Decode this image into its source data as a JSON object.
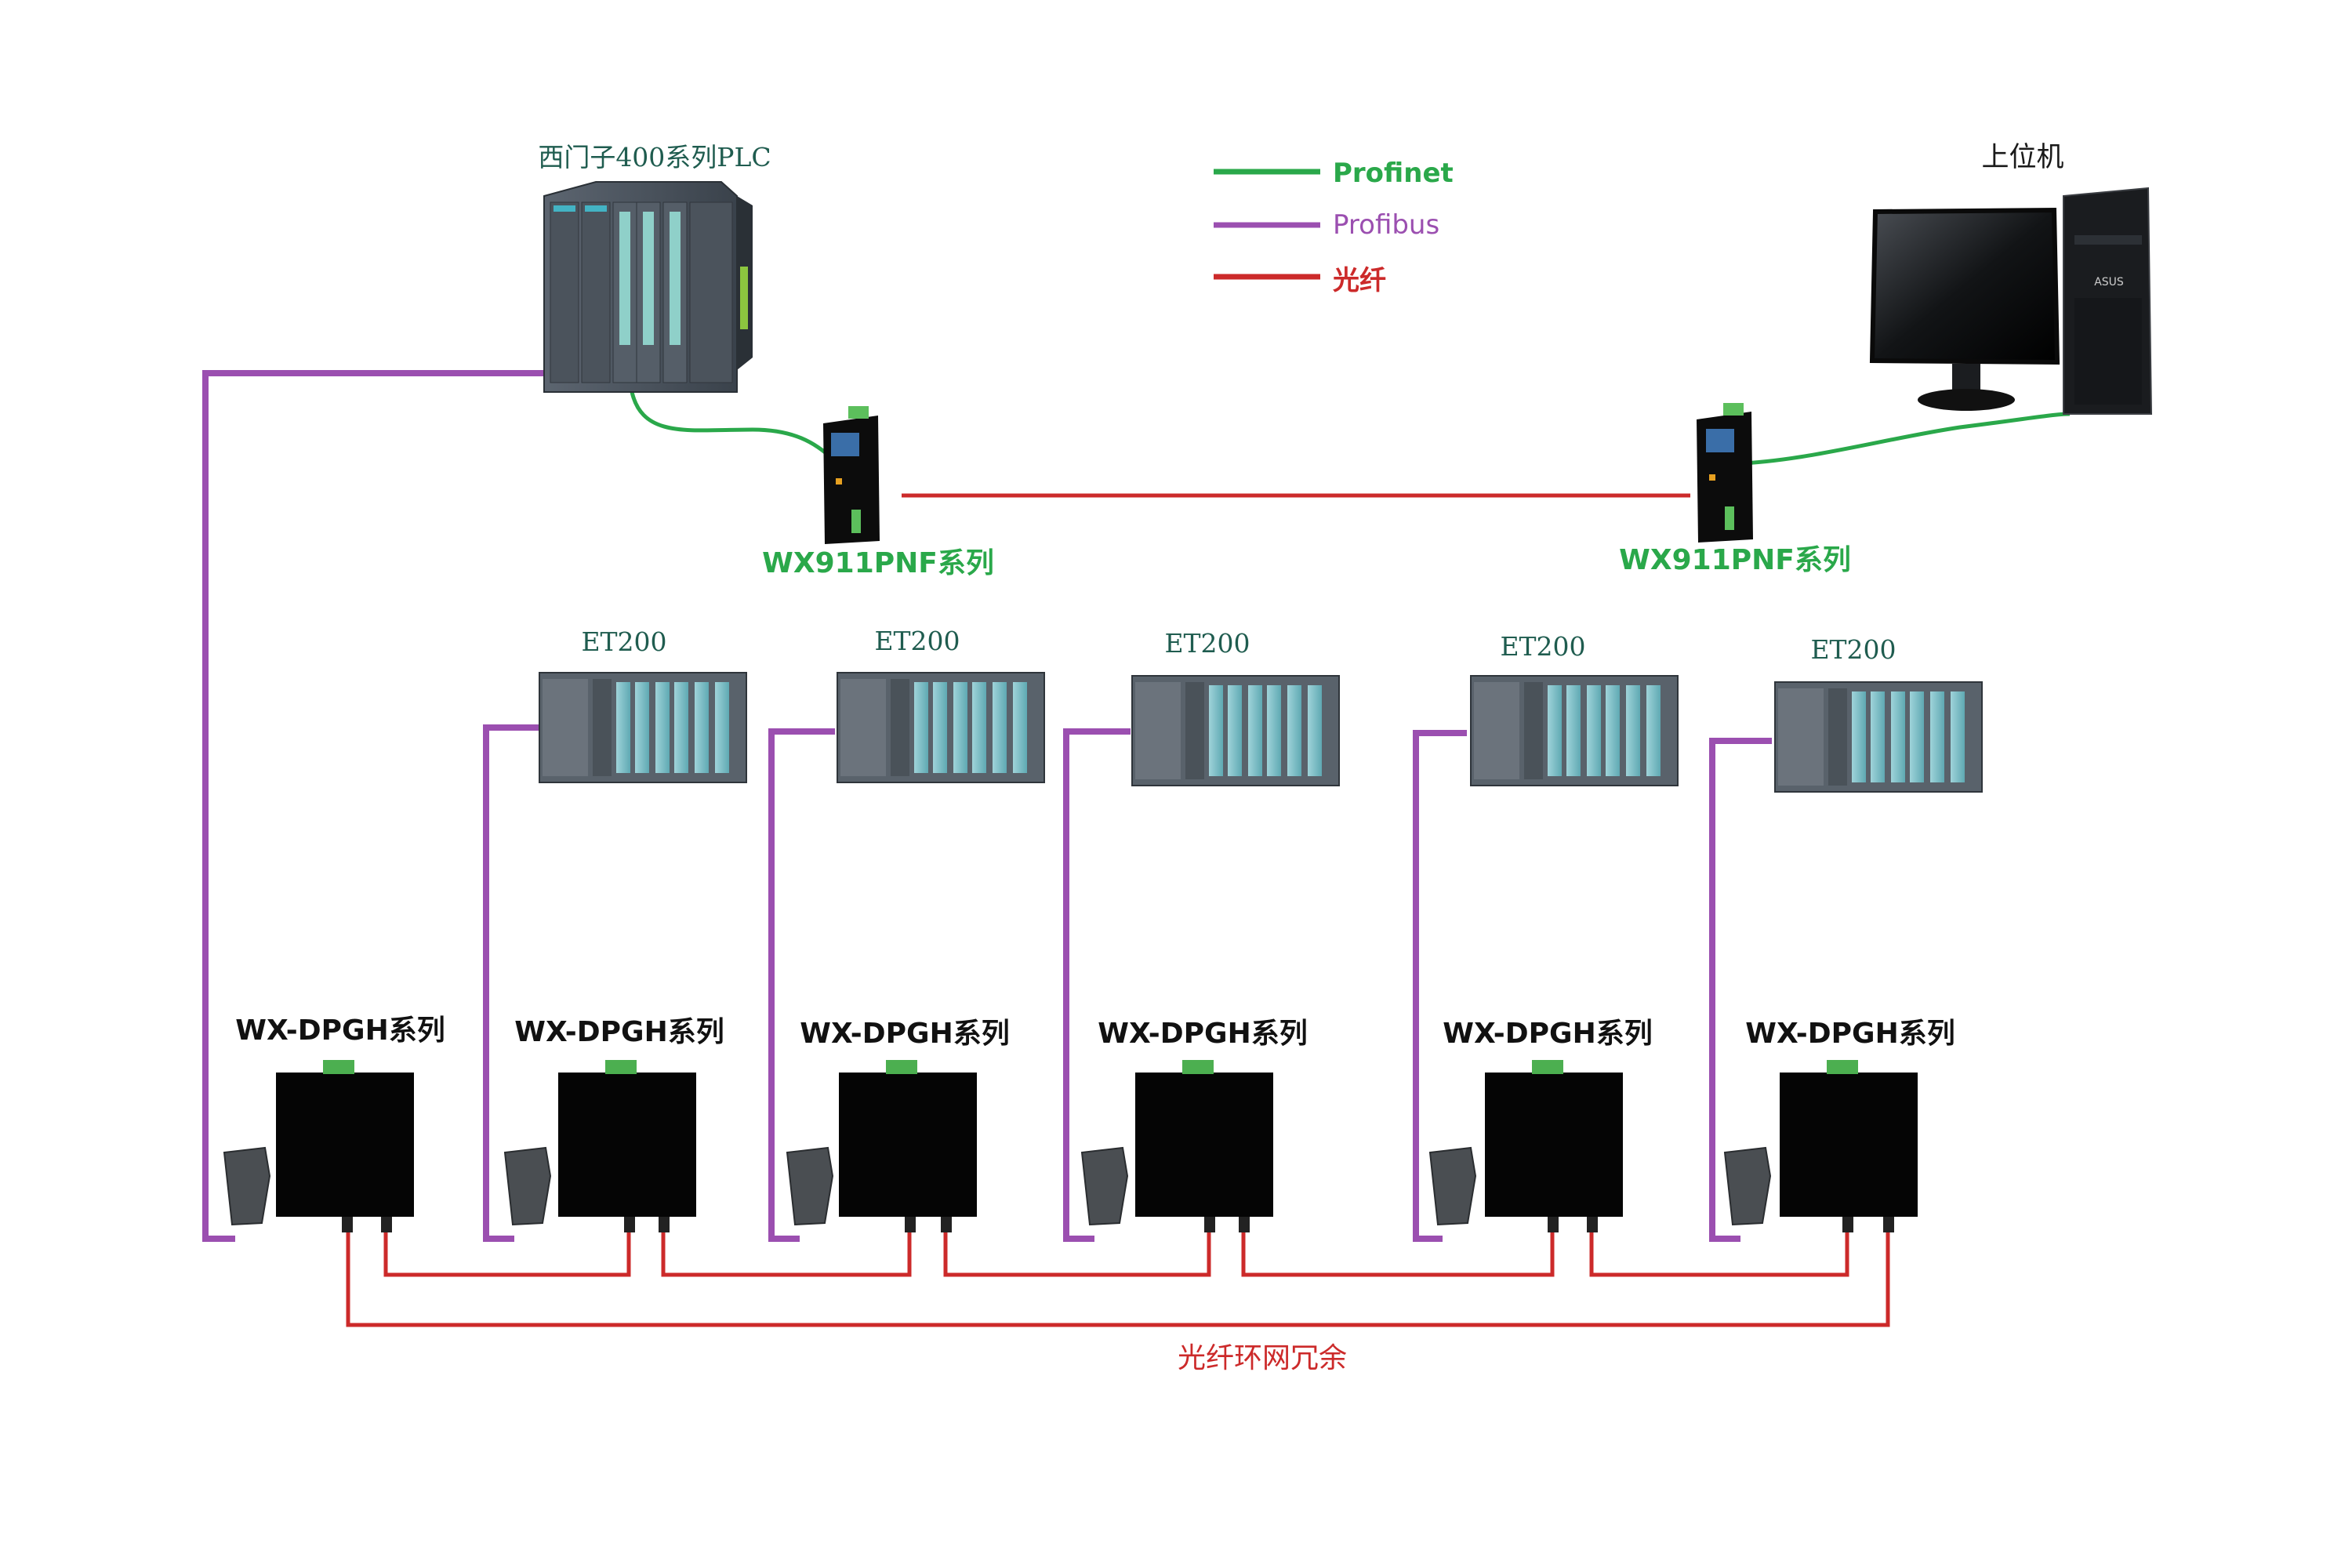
{
  "colors": {
    "profinet": "#2aa84a",
    "profibus": "#9b4fb0",
    "fiber": "#cc2a2a",
    "plc_label": "#1f5c4f"
  },
  "legend": {
    "profinet": "Profinet",
    "profibus": "Profibus",
    "fiber": "光纤"
  },
  "plc": {
    "label": "西门子400系列PLC",
    "icon": "plc-rack-icon"
  },
  "pc": {
    "label": "上位机",
    "icon": "desktop-computer-icon",
    "brand": "ASUS"
  },
  "converters": [
    {
      "label": "WX911PNF系列"
    },
    {
      "label": "WX911PNF系列"
    }
  ],
  "et200": [
    "ET200",
    "ET200",
    "ET200",
    "ET200",
    "ET200"
  ],
  "dpgh": [
    "WX-DPGH系列",
    "WX-DPGH系列",
    "WX-DPGH系列",
    "WX-DPGH系列",
    "WX-DPGH系列",
    "WX-DPGH系列"
  ],
  "ring_label": "光纤环网冗余"
}
